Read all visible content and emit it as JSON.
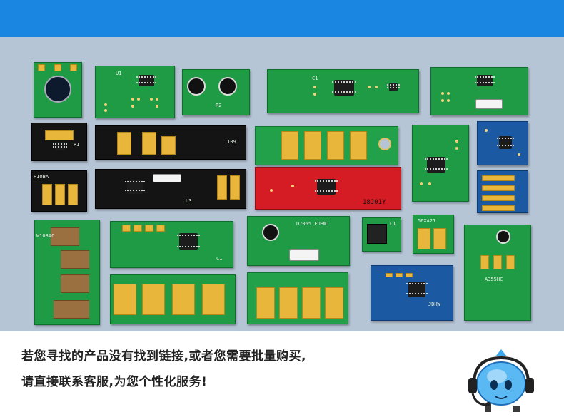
{
  "message": {
    "line1": "若您寻找的产品没有找到链接,或者您需要批量购买,",
    "line2": "请直接联系客服,为您个性化服务!"
  },
  "chips": {
    "c1_label": "1109",
    "c2_label": "18J01Y",
    "c3_label": "D7065 FUHW1",
    "c4_label": "56XA21",
    "c5_label": "A355HC",
    "c6_label": "H10BA",
    "c7_label": "W108AC",
    "c8_label": "JDHW"
  },
  "colors": {
    "topbar": "#1b86e2",
    "panel": "#b6c5d6",
    "pcb_green": "#1f9a45",
    "pcb_red": "#d51c24",
    "pcb_blue": "#1c59a3",
    "gold_pad": "#e8b63a"
  },
  "icons": {
    "mascot": "customer-service-headset-icon"
  }
}
